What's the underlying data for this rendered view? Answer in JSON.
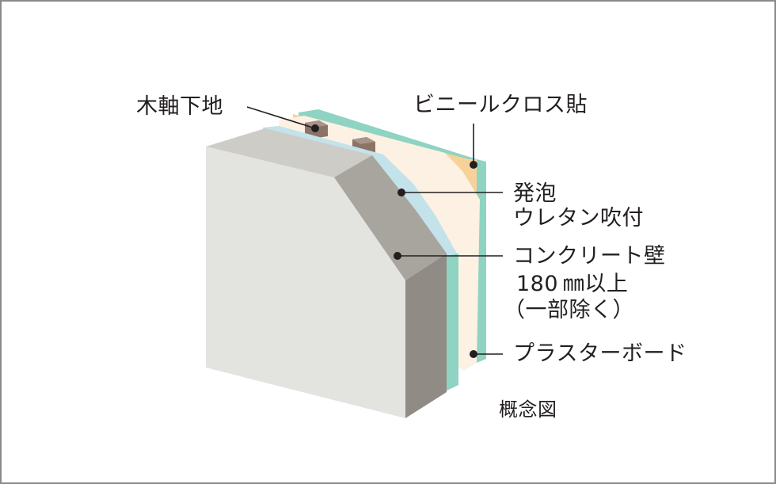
{
  "labels": {
    "wood_frame": "木軸下地",
    "vinyl_cloth": "ビニールクロス貼",
    "foam_line1": "発泡",
    "foam_line2": "ウレタン吹付",
    "concrete_line1": "コンクリート壁",
    "concrete_line2": "180 ㎜以上",
    "concrete_line3": "（一部除く）",
    "plaster": "プラスターボード"
  },
  "caption": "概念図",
  "colors": {
    "concrete_front": "#e3e3df",
    "concrete_top": "#cdccc7",
    "concrete_side": "#908c85",
    "insulation_blue": "#c3e2ea",
    "foam_cream": "#fdf1e3",
    "vinyl_green": "#8fd3c2",
    "plaster_orange": "#f6d29a",
    "wood": "#8b7466",
    "leader": "#231f20",
    "border": "#8a8a8a"
  }
}
